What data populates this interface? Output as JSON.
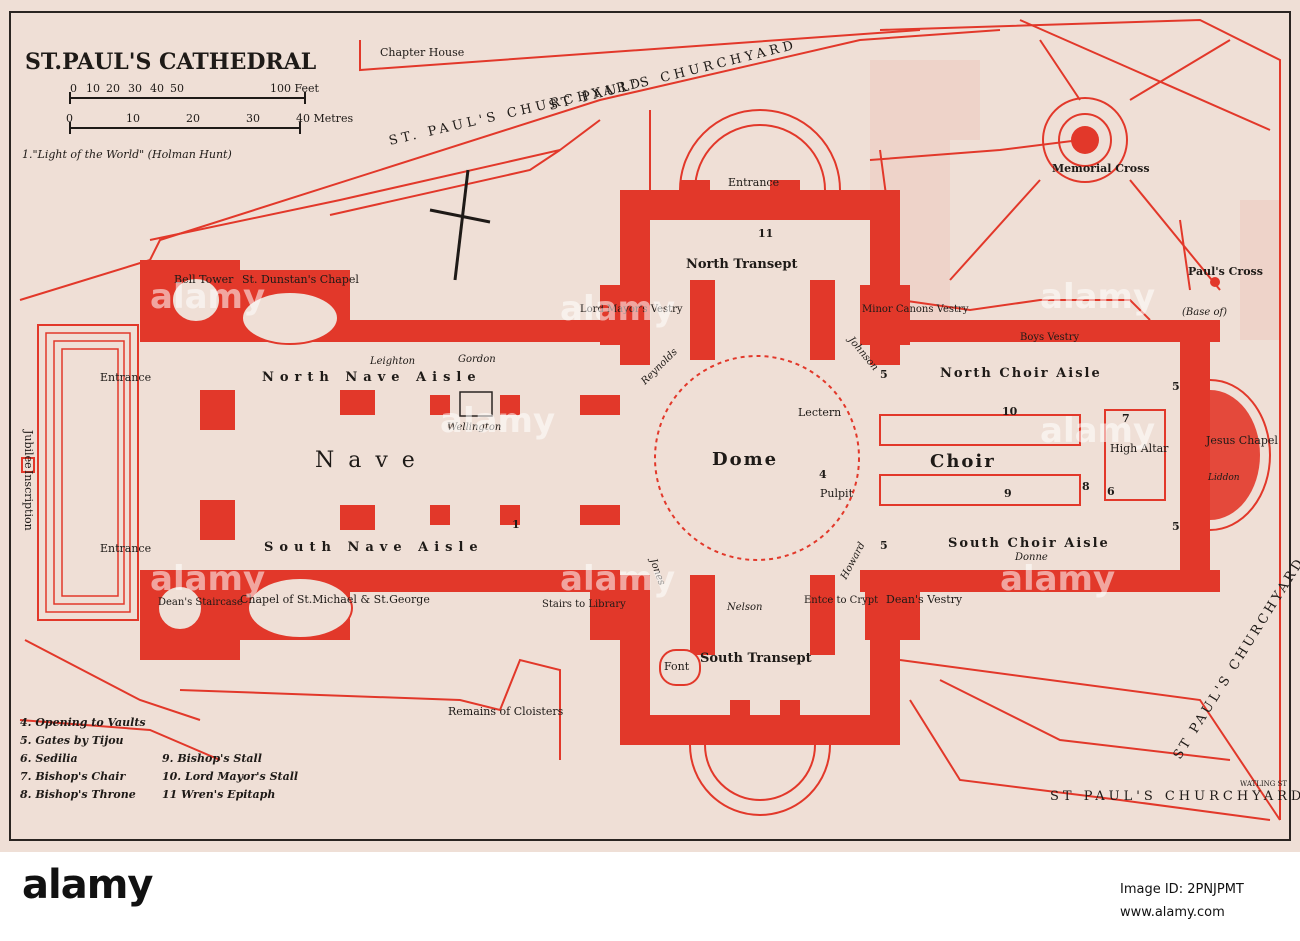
{
  "title": "ST.PAUL'S CATHEDRAL",
  "chapter_house": "Chapter House",
  "scale": {
    "feet_ticks": [
      "0",
      "10",
      "20",
      "30",
      "40",
      "50",
      "100 Feet"
    ],
    "metre_ticks": [
      "0",
      "10",
      "20",
      "30",
      "40 Metres"
    ]
  },
  "note_1": "1.\"Light of the World\" (Holman Hunt)",
  "streets": {
    "north": "ST. PAUL'S CHURCHYARD",
    "north2": "ST PAUL'S CHURCHYARD",
    "south": "ST PAUL'S CHURCHYARD",
    "south2": "ST PAUL'S CHURCHYARD"
  },
  "labels": {
    "entrance_north": "Entrance",
    "north_transept": "North Transept",
    "lord_mayors_vestry": "Lord Mayor's Vestry",
    "minor_canons_vestry": "Minor Canons Vestry",
    "memorial_cross": "Memorial Cross",
    "pauls_cross": "Paul's Cross",
    "pauls_cross_base": "(Base of)",
    "bell_tower": "Bell Tower",
    "st_dunstans": "St. Dunstan's Chapel",
    "leighton": "Leighton",
    "gordon": "Gordon",
    "reynolds": "Reynolds",
    "johnson": "Johnson",
    "boys_vestry": "Boys Vestry",
    "entrance_w1": "Entrance",
    "north_nave_aisle": "North Nave Aisle",
    "north_choir_aisle": "North Choir Aisle",
    "lectern": "Lectern",
    "wellington": "Wellington",
    "jubilee": "Jubilee",
    "inscription": "Inscription",
    "nave": "Nave",
    "dome": "Dome",
    "choir": "Choir",
    "high_altar": "High Altar",
    "jesus_chapel": "Jesus Chapel",
    "liddon": "Liddon",
    "pulpit": "Pulpit",
    "entrance_w2": "Entrance",
    "south_nave_aisle": "South Nave Aisle",
    "south_choir_aisle": "South Choir Aisle",
    "donne": "Donne",
    "howard": "Howard",
    "jones": "Jones",
    "deans_staircase": "Dean's Staircase",
    "chapel_st_michael": "Chapel of St.Michael & St.George",
    "stairs_library": "Stairs to Library",
    "nelson": "Nelson",
    "entrance_crypt": "Entce to Crypt",
    "deans_vestry": "Dean's Vestry",
    "font": "Font",
    "south_transept": "South Transept",
    "remains_cloisters": "Remains of Cloisters",
    "watling": "WATLING ST"
  },
  "numbers": {
    "n1": "1",
    "n4": "4",
    "n5a": "5",
    "n5b": "5",
    "n5c": "5",
    "n5d": "5",
    "n6": "6",
    "n7": "7",
    "n8": "8",
    "n9": "9",
    "n10": "10",
    "n11": "11"
  },
  "legend": {
    "col1": [
      "4. Opening to Vaults",
      "5. Gates by Tijou",
      "6. Sedilia",
      "7. Bishop's Chair",
      "8. Bishop's Throne"
    ],
    "col2": [
      "9. Bishop's Stall",
      "10. Lord Mayor's Stall",
      "11 Wren's Epitaph"
    ]
  },
  "watermark": {
    "brand": "alamy",
    "image_id": "Image ID: 2PNJPMT",
    "site": "www.alamy.com"
  },
  "colors": {
    "paper": "#eeddd5",
    "ink": "#e2382a",
    "text": "#1e1a17"
  }
}
